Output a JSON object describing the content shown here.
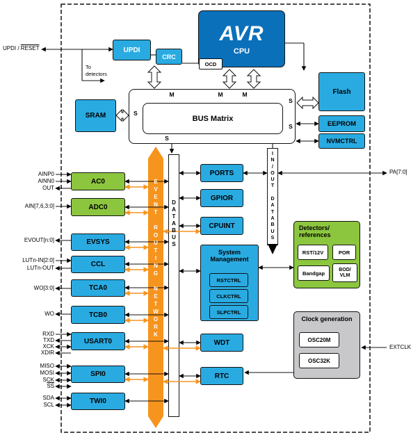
{
  "title": "AVR microcontroller block diagram",
  "colors": {
    "cyan": "#29ABE2",
    "cpu_blue": "#0A70BA",
    "green": "#8CC63F",
    "orange": "#F7941E",
    "gray": "#C8C8CA"
  },
  "blocks": {
    "updi": "UPDI",
    "crc": "CRC",
    "avr": "AVR",
    "cpu": "CPU",
    "ocd": "OCD",
    "sram": "SRAM",
    "bus_matrix": "BUS Matrix",
    "flash": "Flash",
    "eeprom": "EEPROM",
    "nvmctrl": "NVMCTRL",
    "ports": "PORTS",
    "gpior": "GPIOR",
    "cpuint": "CPUINT",
    "system_management": "System\nManagement",
    "rstctrl": "RSTCTRL",
    "clkctrl": "CLKCTRL",
    "slpctrl": "SLPCTRL",
    "wdt": "WDT",
    "rtc": "RTC",
    "ac0": "AC0",
    "adc0": "ADC0",
    "evsys": "EVSYS",
    "ccl": "CCL",
    "tca0": "TCA0",
    "tcb0": "TCB0",
    "usart0": "USART0",
    "spi0": "SPI0",
    "twi0": "TWI0"
  },
  "bus_ports": {
    "m": "M",
    "s": "S"
  },
  "bars": {
    "event": "E\nV\nE\nN\nT\n\nR\nO\nU\nT\nI\nN\nG\n\nN\nE\nT\nW\nO\nR\nK",
    "databus": "D\nA\nT\nA\nB\nU\nS",
    "inout": "I\nN\n/\nO\nU\nT\n\nD\nA\nT\nA\nB\nU\nS"
  },
  "detectors": {
    "title": "Detectors/\nreferences",
    "rst12v": "RST/12V",
    "por": "POR",
    "bandgap": "Bandgap",
    "bodvlm": "BOD/\nVLM"
  },
  "clockgen": {
    "title": "Clock generation",
    "osc20m": "OSC20M",
    "osc32k": "OSC32K"
  },
  "pins": {
    "left": [
      "AINP0",
      "AINN0",
      "OUT",
      "AIN[7,6,3:0]",
      "EVOUT[n:0]",
      "LUTn-IN[2:0]",
      "LUTn-OUT",
      "WO[3:0]",
      "WO",
      "RXD",
      "TXD",
      "XCK",
      "XDIR",
      "MISO",
      "MOSI",
      "SCK",
      "SS",
      "SDA",
      "SCL"
    ],
    "right": [
      "PA[7:0]",
      "EXTCLK"
    ]
  },
  "annotations": {
    "updi_reset_prefix": "UPDI / ",
    "updi_reset": "RESET",
    "to_detectors": "To\ndetectors"
  }
}
